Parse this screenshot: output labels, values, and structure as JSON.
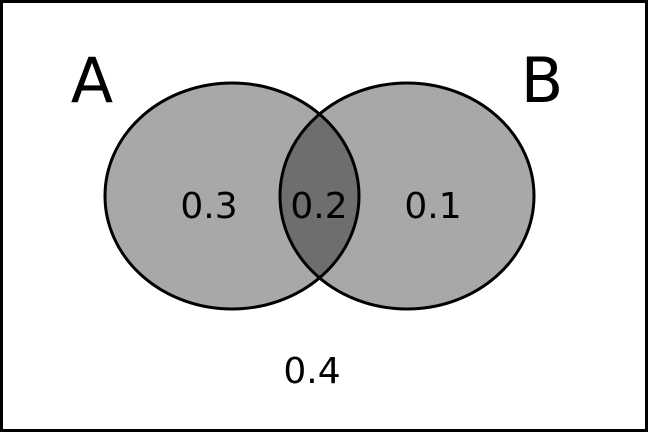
{
  "diagram": {
    "set_a": {
      "label": "A"
    },
    "set_b": {
      "label": "B"
    },
    "regions": {
      "only_a": "0.3",
      "a_and_b": "0.2",
      "only_b": "0.1",
      "outside": "0.4"
    },
    "colors": {
      "circle_fill": "#a8a8a8",
      "intersection_fill": "#6e6e6e",
      "stroke": "#000000",
      "background": "#ffffff"
    }
  }
}
